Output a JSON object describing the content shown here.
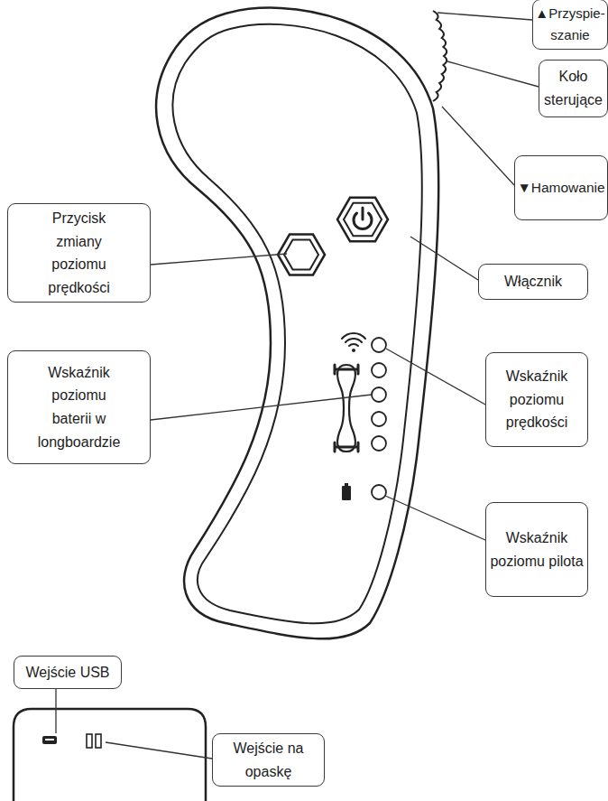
{
  "diagram": {
    "nodes": [
      {
        "text": [
          "▲Przyspie- szanie"
        ]
      },
      {
        "text": [
          "Koło sterujące"
        ]
      },
      {
        "text": [
          "▼Hamowanie"
        ]
      },
      {
        "text": [
          "Przycisk zmiany poziomu prędkości"
        ]
      },
      {
        "text": [
          "Włącznik"
        ]
      },
      {
        "text": [
          "Wskaźnik poziomu baterii w longboardzie"
        ]
      },
      {
        "text": [
          "Wskaźnik poziomu prędkości"
        ]
      },
      {
        "text": [
          "Wskaźnik poziomu pilota"
        ]
      },
      {
        "text": [
          "Wejście USB"
        ]
      },
      {
        "text": [
          "Wejście na opaskę"
        ]
      }
    ]
  }
}
